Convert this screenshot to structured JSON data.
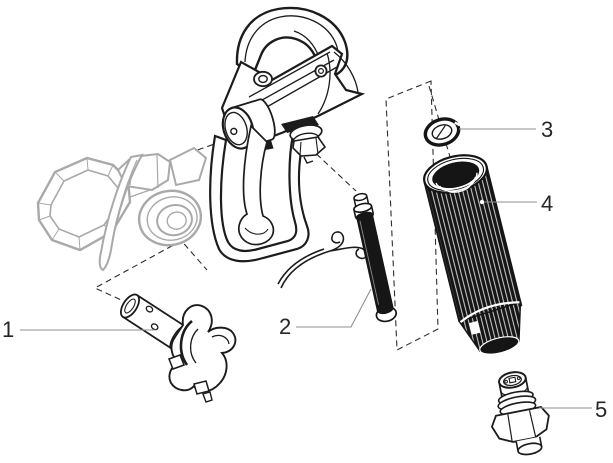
{
  "figure": {
    "kind": "exploded-parts-diagram",
    "background_color": "#ffffff",
    "ink_color": "#1c1c1c",
    "ghost_ink_color": "#a9a9a9",
    "leader_line_color": "#8f8f8f",
    "dashed_line_color": "#2e2e2e",
    "callout_text_color": "#26262b"
  },
  "callouts": [
    {
      "label": "1"
    },
    {
      "label": "2"
    },
    {
      "label": "3"
    },
    {
      "label": "4"
    },
    {
      "label": "5"
    }
  ]
}
